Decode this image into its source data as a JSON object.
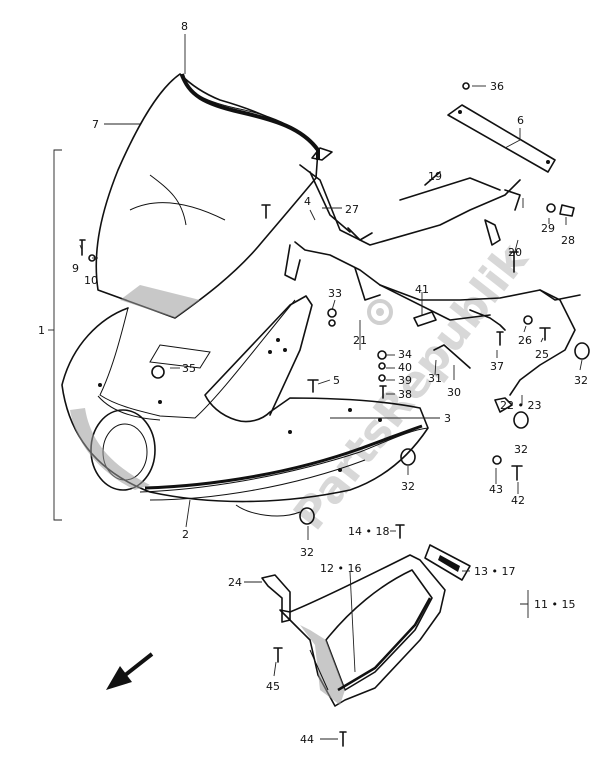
{
  "watermark": "PartsRepublik",
  "labels": {
    "l1": "1",
    "l2": "2",
    "l3": "3",
    "l4": "4",
    "l5": "5",
    "l6": "6",
    "l7": "7",
    "l8": "8",
    "l9": "9",
    "l10": "10",
    "l11_15": "11 • 15",
    "l12_16": "12 • 16",
    "l13_17": "13 • 17",
    "l14_18": "14 • 18",
    "l19": "19",
    "l20": "20",
    "l21": "21",
    "l22_23": "22 • 23",
    "l24": "24",
    "l25": "25",
    "l26": "26",
    "l27": "27",
    "l28": "28",
    "l29": "29",
    "l30": "30",
    "l31": "31",
    "l32a": "32",
    "l32b": "32",
    "l32c": "32",
    "l32d": "32",
    "l33": "33",
    "l34": "34",
    "l35": "35",
    "l36": "36",
    "l37": "37",
    "l38": "38",
    "l39": "39",
    "l40": "40",
    "l41": "41",
    "l42": "42",
    "l43": "43",
    "l44": "44",
    "l45": "45"
  }
}
